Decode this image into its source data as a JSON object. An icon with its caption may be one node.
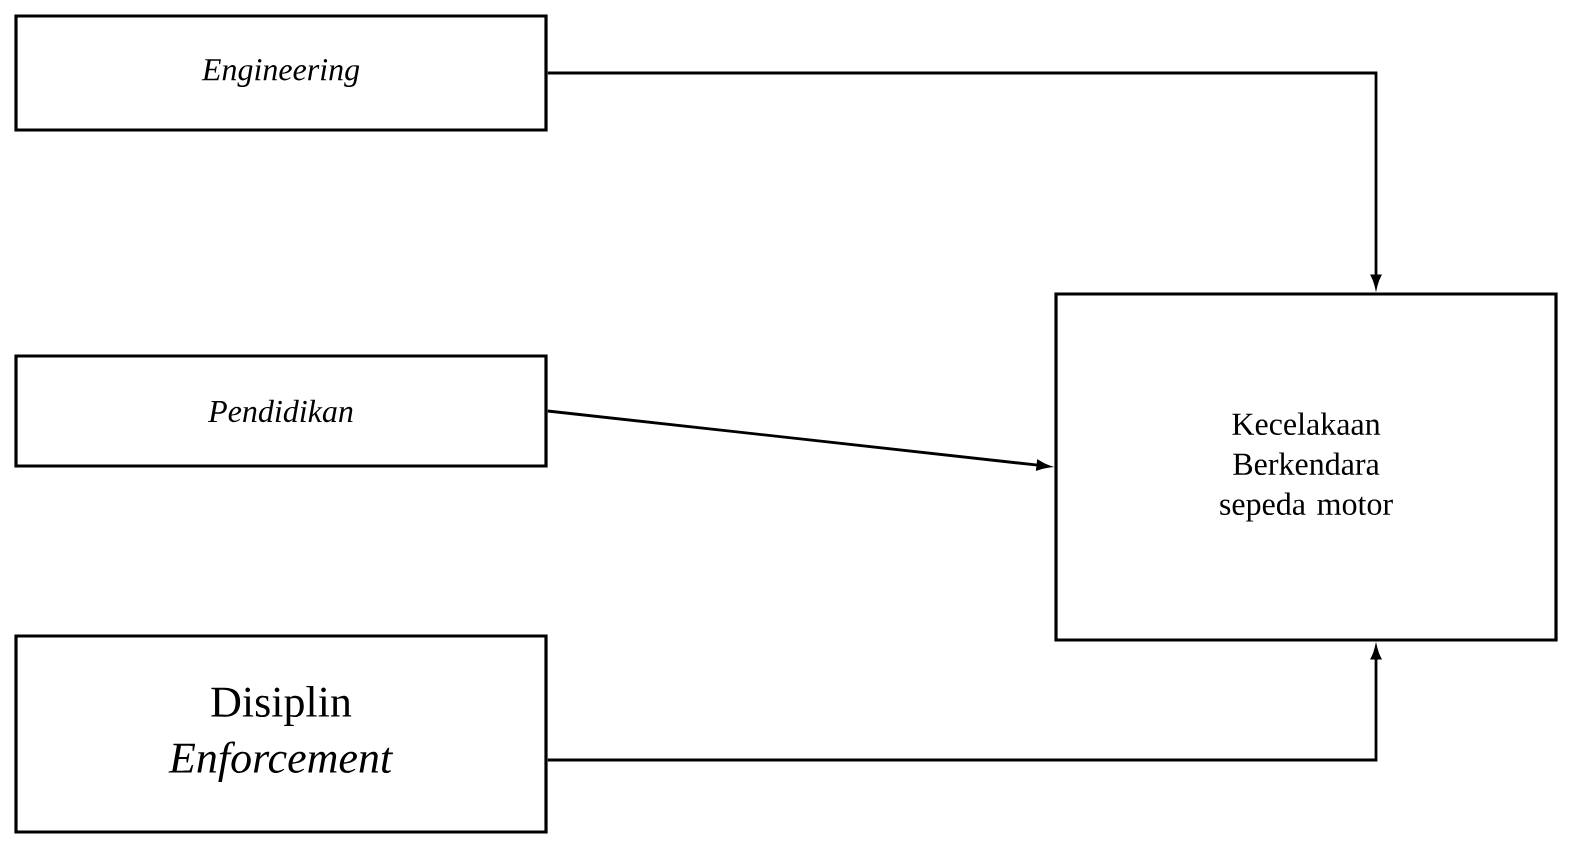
{
  "diagram": {
    "nodes": [
      {
        "text": [
          "*Engineering*"
        ]
      },
      {
        "text": [
          "*Pendidikan*"
        ]
      },
      {
        "text": [
          "Disiplin *Enforcement*"
        ]
      },
      {
        "text": [
          "Kecelakaan Berkendara sepeda motor"
        ]
      }
    ],
    "edges": [
      {
        "from": 0,
        "to": 3,
        "arrow": "to"
      },
      {
        "from": 1,
        "to": 3,
        "arrow": "to"
      },
      {
        "from": 2,
        "to": 3,
        "arrow": "to"
      }
    ]
  }
}
